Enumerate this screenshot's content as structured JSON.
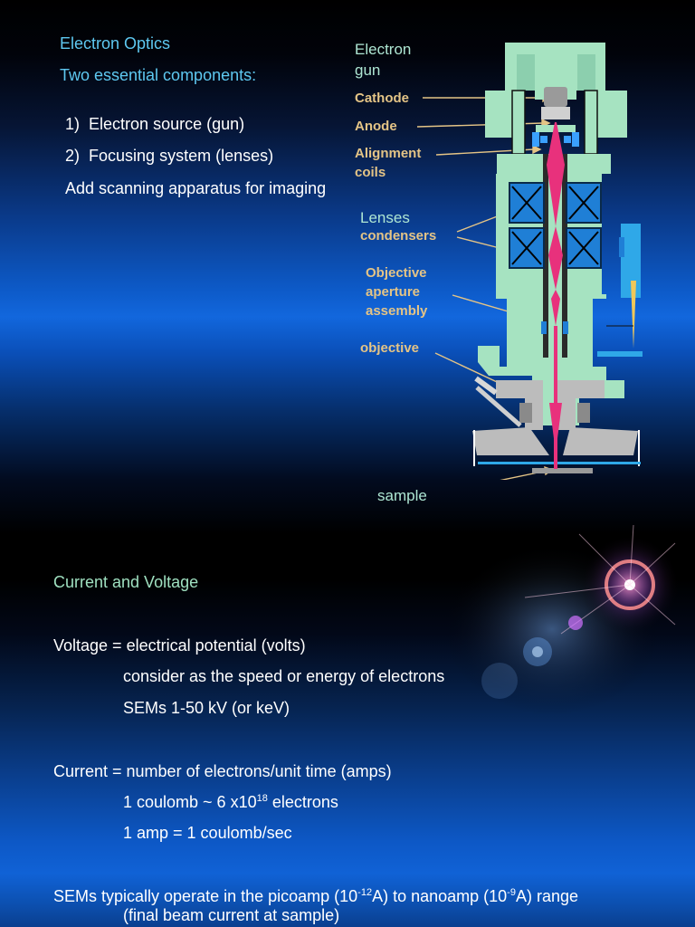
{
  "top": {
    "title": "Electron Optics",
    "subtitle": "Two essential components:",
    "items": [
      {
        "num": "1)",
        "text": "Electron source (gun)"
      },
      {
        "num": "2)",
        "text": "Focusing system (lenses)"
      }
    ],
    "note": "Add scanning apparatus for imaging"
  },
  "diagram": {
    "labels": {
      "electron_gun_1": "Electron",
      "electron_gun_2": "gun",
      "cathode": "Cathode",
      "anode": "Anode",
      "alignment_1": "Alignment",
      "alignment_2": "coils",
      "lenses": "Lenses",
      "condensers": "condensers",
      "objective_aperture_1": "Objective",
      "objective_aperture_2": "aperture",
      "objective_aperture_3": "assembly",
      "objective": "objective",
      "sample": "sample"
    },
    "colors": {
      "column": "#a6e3c1",
      "coil_box": "#1f7fd6",
      "beam": "#e8317c",
      "label": "#e4c486",
      "leader": "#e4c486"
    }
  },
  "bottom": {
    "section_title": "Current and Voltage",
    "voltage_def": "Voltage = electrical potential (volts)",
    "voltage_note1": "consider as the speed or energy of electrons",
    "voltage_note2": "SEMs 1-50 kV (or keV)",
    "current_def": "Current = number of electrons/unit time (amps)",
    "coulomb_a": "1 coulomb ~ 6 x10",
    "coulomb_exp": "18",
    "coulomb_b": " electrons",
    "amp_line": "1 amp = 1 coulomb/sec",
    "sem_a": "SEMs typically operate in the picoamp (10",
    "sem_exp1": "-12",
    "sem_b": "A) to nanoamp (10",
    "sem_exp2": "-9",
    "sem_c": "A) range",
    "sem_note": "(final beam current at sample)"
  }
}
